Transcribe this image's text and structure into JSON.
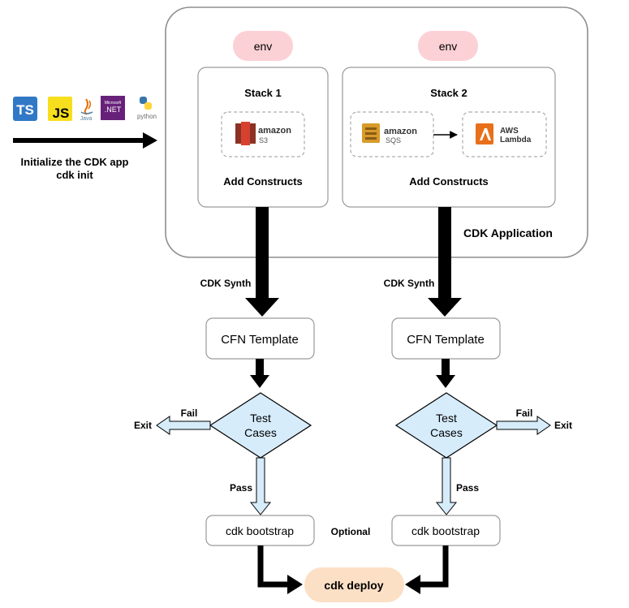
{
  "languages": {
    "ts": "TS",
    "js": "JS",
    "java": "Java",
    "dotnet_small": "Microsoft",
    "dotnet": ".NET",
    "python": "python"
  },
  "init": {
    "line1": "Initialize the CDK app",
    "line2": "cdk init"
  },
  "app": {
    "label": "CDK Application",
    "env_left": "env",
    "env_right": "env"
  },
  "stack1": {
    "title": "Stack 1",
    "service_brand": "amazon",
    "service_name": "S3",
    "footer": "Add Constructs"
  },
  "stack2": {
    "title": "Stack 2",
    "sqs_brand": "amazon",
    "sqs_name": "SQS",
    "lambda_line1": "AWS",
    "lambda_line2": "Lambda",
    "footer": "Add Constructs"
  },
  "pipeline": {
    "synth_left": "CDK Synth",
    "synth_right": "CDK Synth",
    "template_left": "CFN Template",
    "template_right": "CFN Template",
    "test_line1": "Test",
    "test_line2": "Cases",
    "fail": "Fail",
    "exit": "Exit",
    "pass": "Pass",
    "bootstrap": "cdk bootstrap",
    "optional": "Optional",
    "deploy": "cdk deploy"
  },
  "colors": {
    "env": "#fcd1d5",
    "deploy": "#fce0c6",
    "diamond": "#d6ecfb",
    "ts": "#3178c6",
    "js": "#f7df1e",
    "dotnet": "#68217a",
    "s3": "#d6412f",
    "sqs": "#d89b2a",
    "lambda": "#e8701a"
  }
}
